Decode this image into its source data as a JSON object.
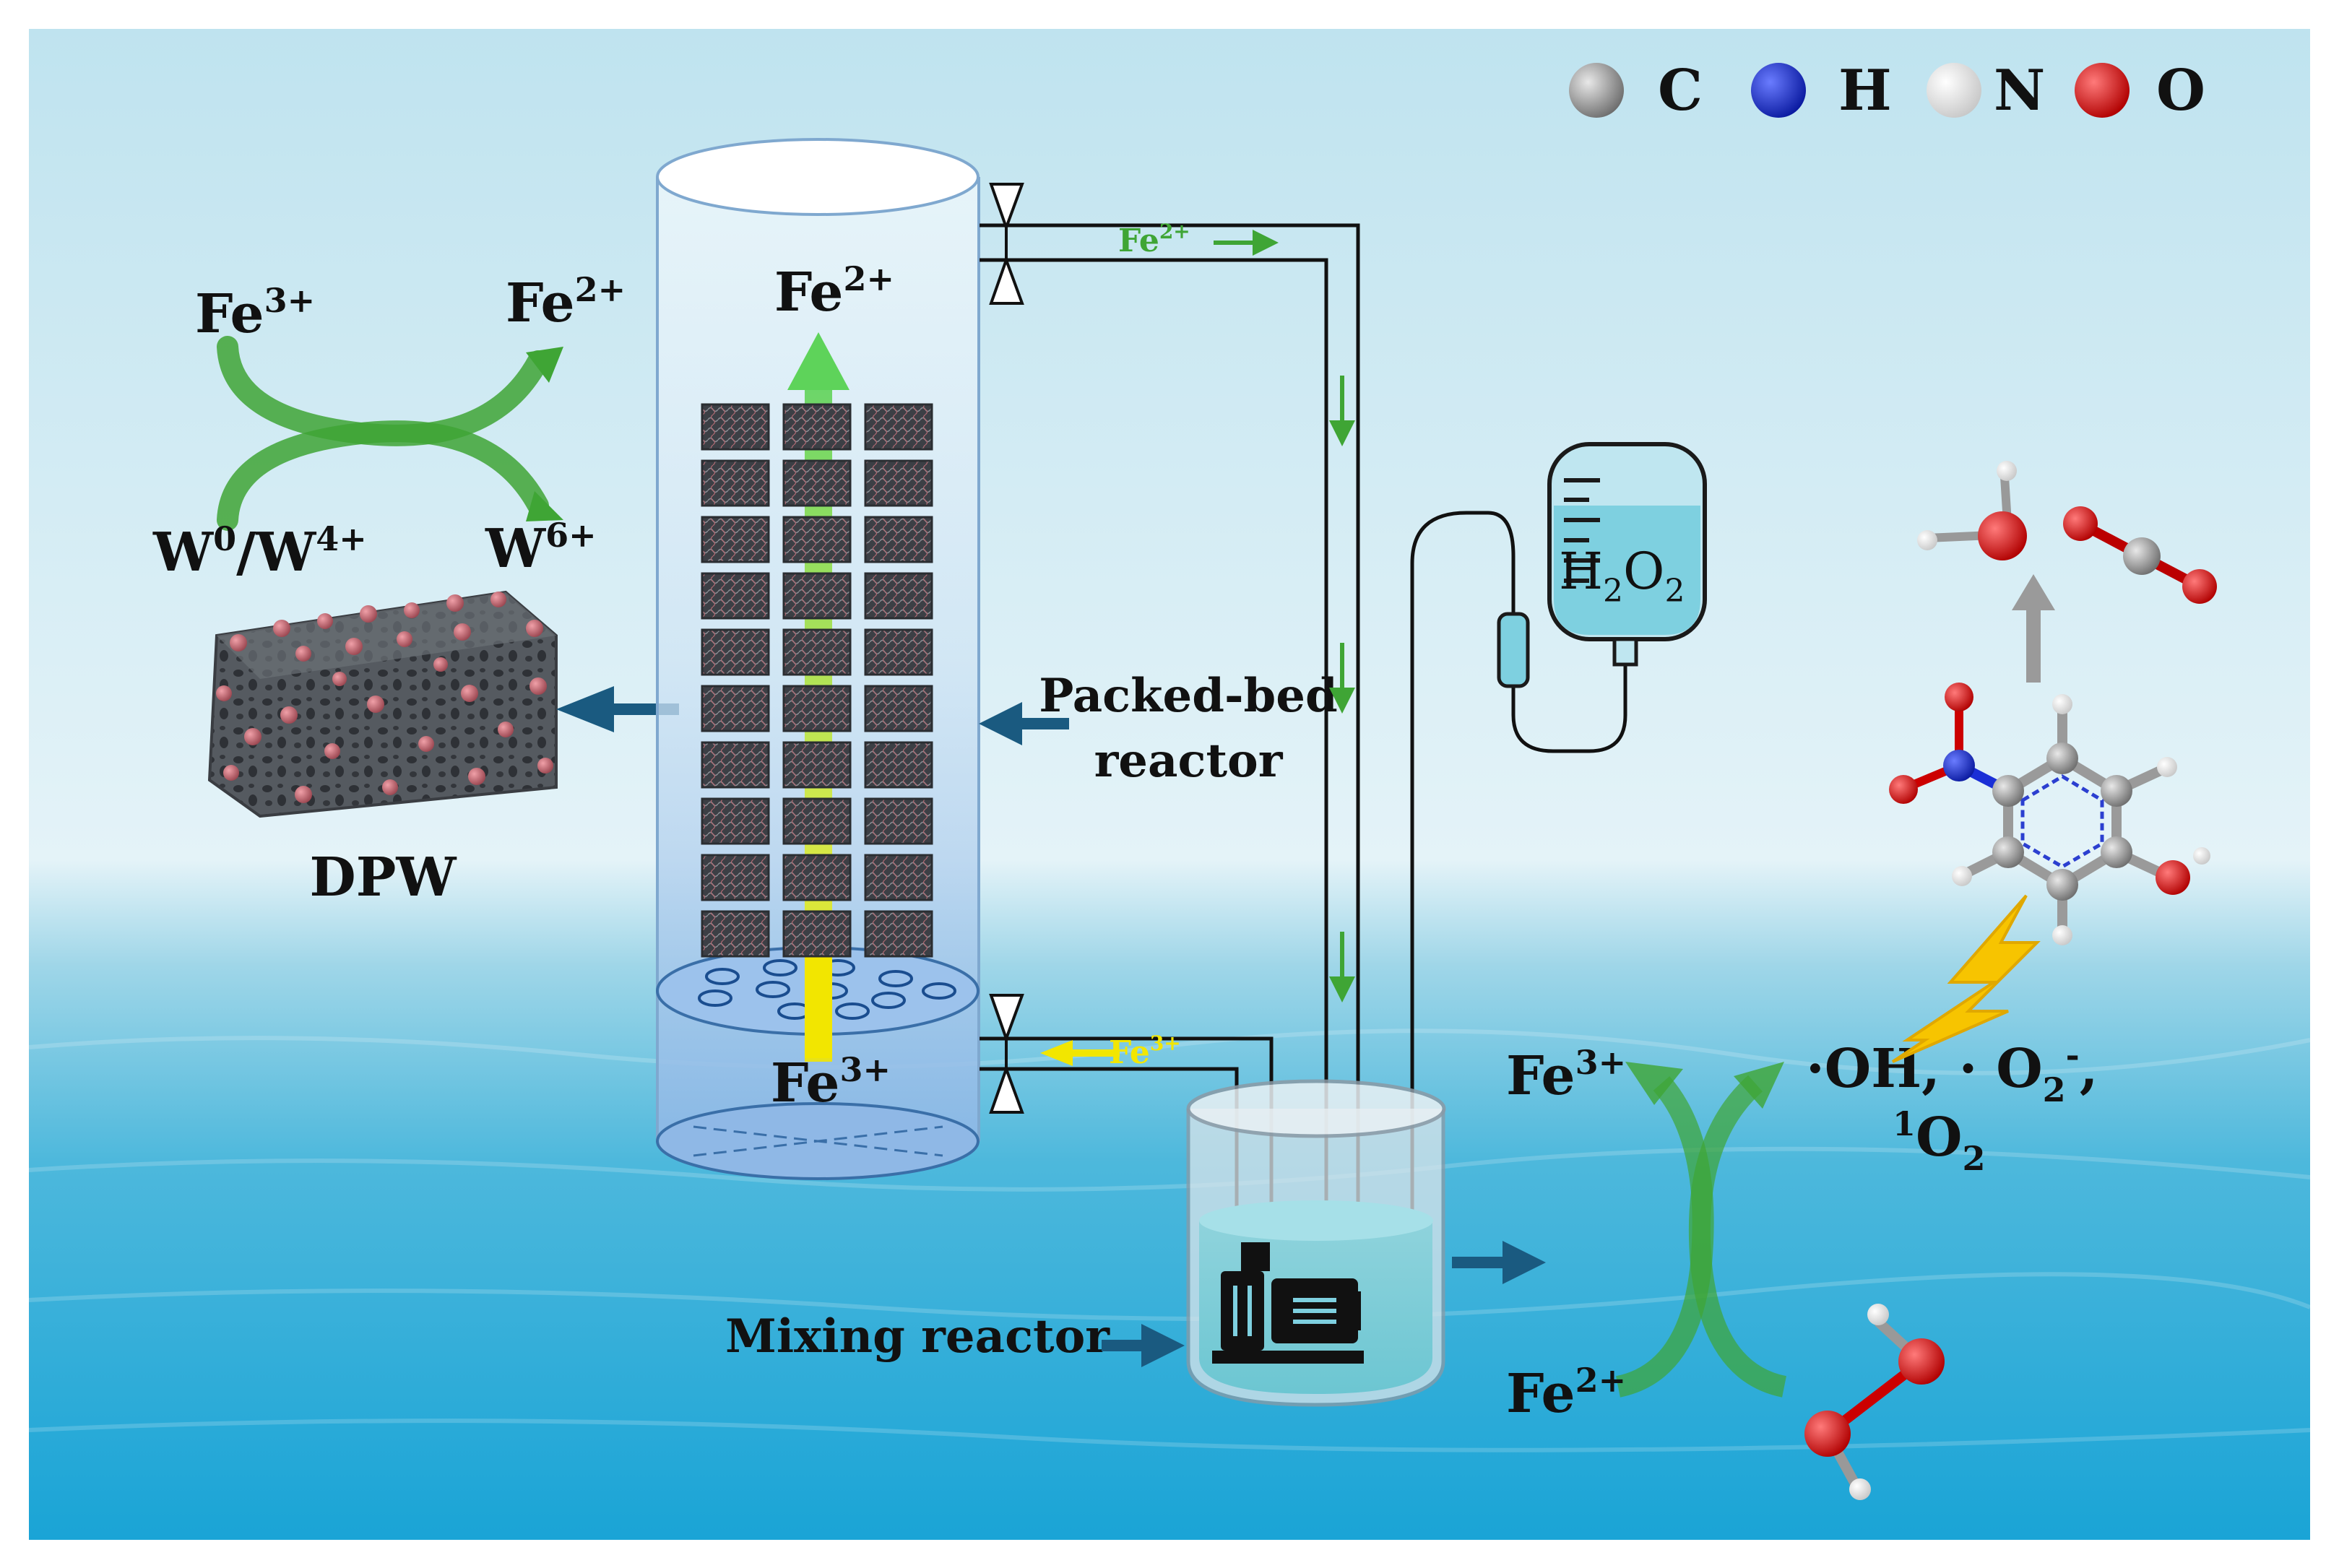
{
  "legend": {
    "atoms": [
      {
        "symbol": "C",
        "color": "#8a8a8a"
      },
      {
        "symbol": "H",
        "color": "#1a2fd6"
      },
      {
        "symbol": "N",
        "color": "#f2f2f2"
      },
      {
        "symbol": "O",
        "color": "#e01a1a"
      }
    ]
  },
  "cycle_left": {
    "fe3": {
      "base": "Fe",
      "sup": "3+"
    },
    "fe2": {
      "base": "Fe",
      "sup": "2+"
    },
    "w_low": {
      "b1": "W",
      "s1": "0",
      "b2": "/W",
      "s2": "4+"
    },
    "w_high": {
      "base": "W",
      "sup": "6+"
    }
  },
  "dpw_label": "DPW",
  "column": {
    "top_label": {
      "base": "Fe",
      "sup": "2+"
    },
    "bottom_label": {
      "base": "Fe",
      "sup": "3+"
    }
  },
  "packed_bed_label": {
    "line1": "Packed-bed",
    "line2": "reactor"
  },
  "pipe_labels": {
    "top": {
      "base": "Fe",
      "sup": "2+"
    },
    "bottom": {
      "base": "Fe",
      "sup": "3+"
    }
  },
  "h2o2_bag": {
    "b1": "H",
    "s1": "2",
    "b2": "O",
    "s2": "2"
  },
  "mixing_reactor_label": "Mixing reactor",
  "cycle_right": {
    "fe3": {
      "base": "Fe",
      "sup": "3+"
    },
    "fe2": {
      "base": "Fe",
      "sup": "2+"
    },
    "radicals_line1": {
      "a": "·OH,  · O",
      "sub": "2",
      "sup": "-",
      "tail": ","
    },
    "radicals_line2": {
      "sup": "1",
      "base": "O",
      "sub": "2"
    }
  },
  "colors": {
    "green_arrow": "#3fa535",
    "dark_arrow": "#1a5a80",
    "yellow_flow": "#f2e600",
    "lightning": "#f7c400"
  }
}
